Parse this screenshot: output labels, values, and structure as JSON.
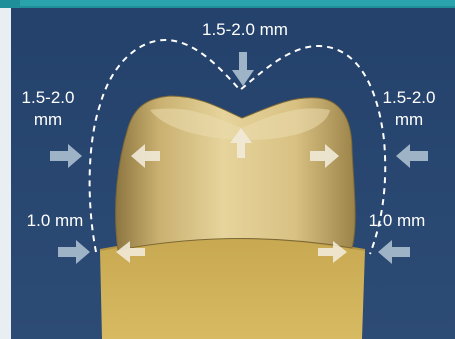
{
  "labels": {
    "occlusal_center": "1.5-2.0 mm",
    "axial_left_line1": "1.5-2.0",
    "axial_left_line2": "mm",
    "axial_right_line1": "1.5-2.0",
    "axial_right_line2": "mm",
    "margin_left": "1.0 mm",
    "margin_right": "1.0 mm"
  },
  "icons": {
    "outer_arrows": "arrow-icon",
    "inner_arrows": "arrow-icon",
    "outline": "dashed-crown-outline"
  },
  "colors": {
    "background": "#2b4a74",
    "background_edge": "#203a5e",
    "teal_strip": "#1f8f9a",
    "tooth_light": "#e2cf93",
    "tooth_mid": "#c8ad6a",
    "tooth_dark": "#8d7640",
    "root": "#cfb058",
    "arrow_outer": "#9fb3c6",
    "arrow_inner": "#f1ead8",
    "dashed": "#ffffff"
  }
}
